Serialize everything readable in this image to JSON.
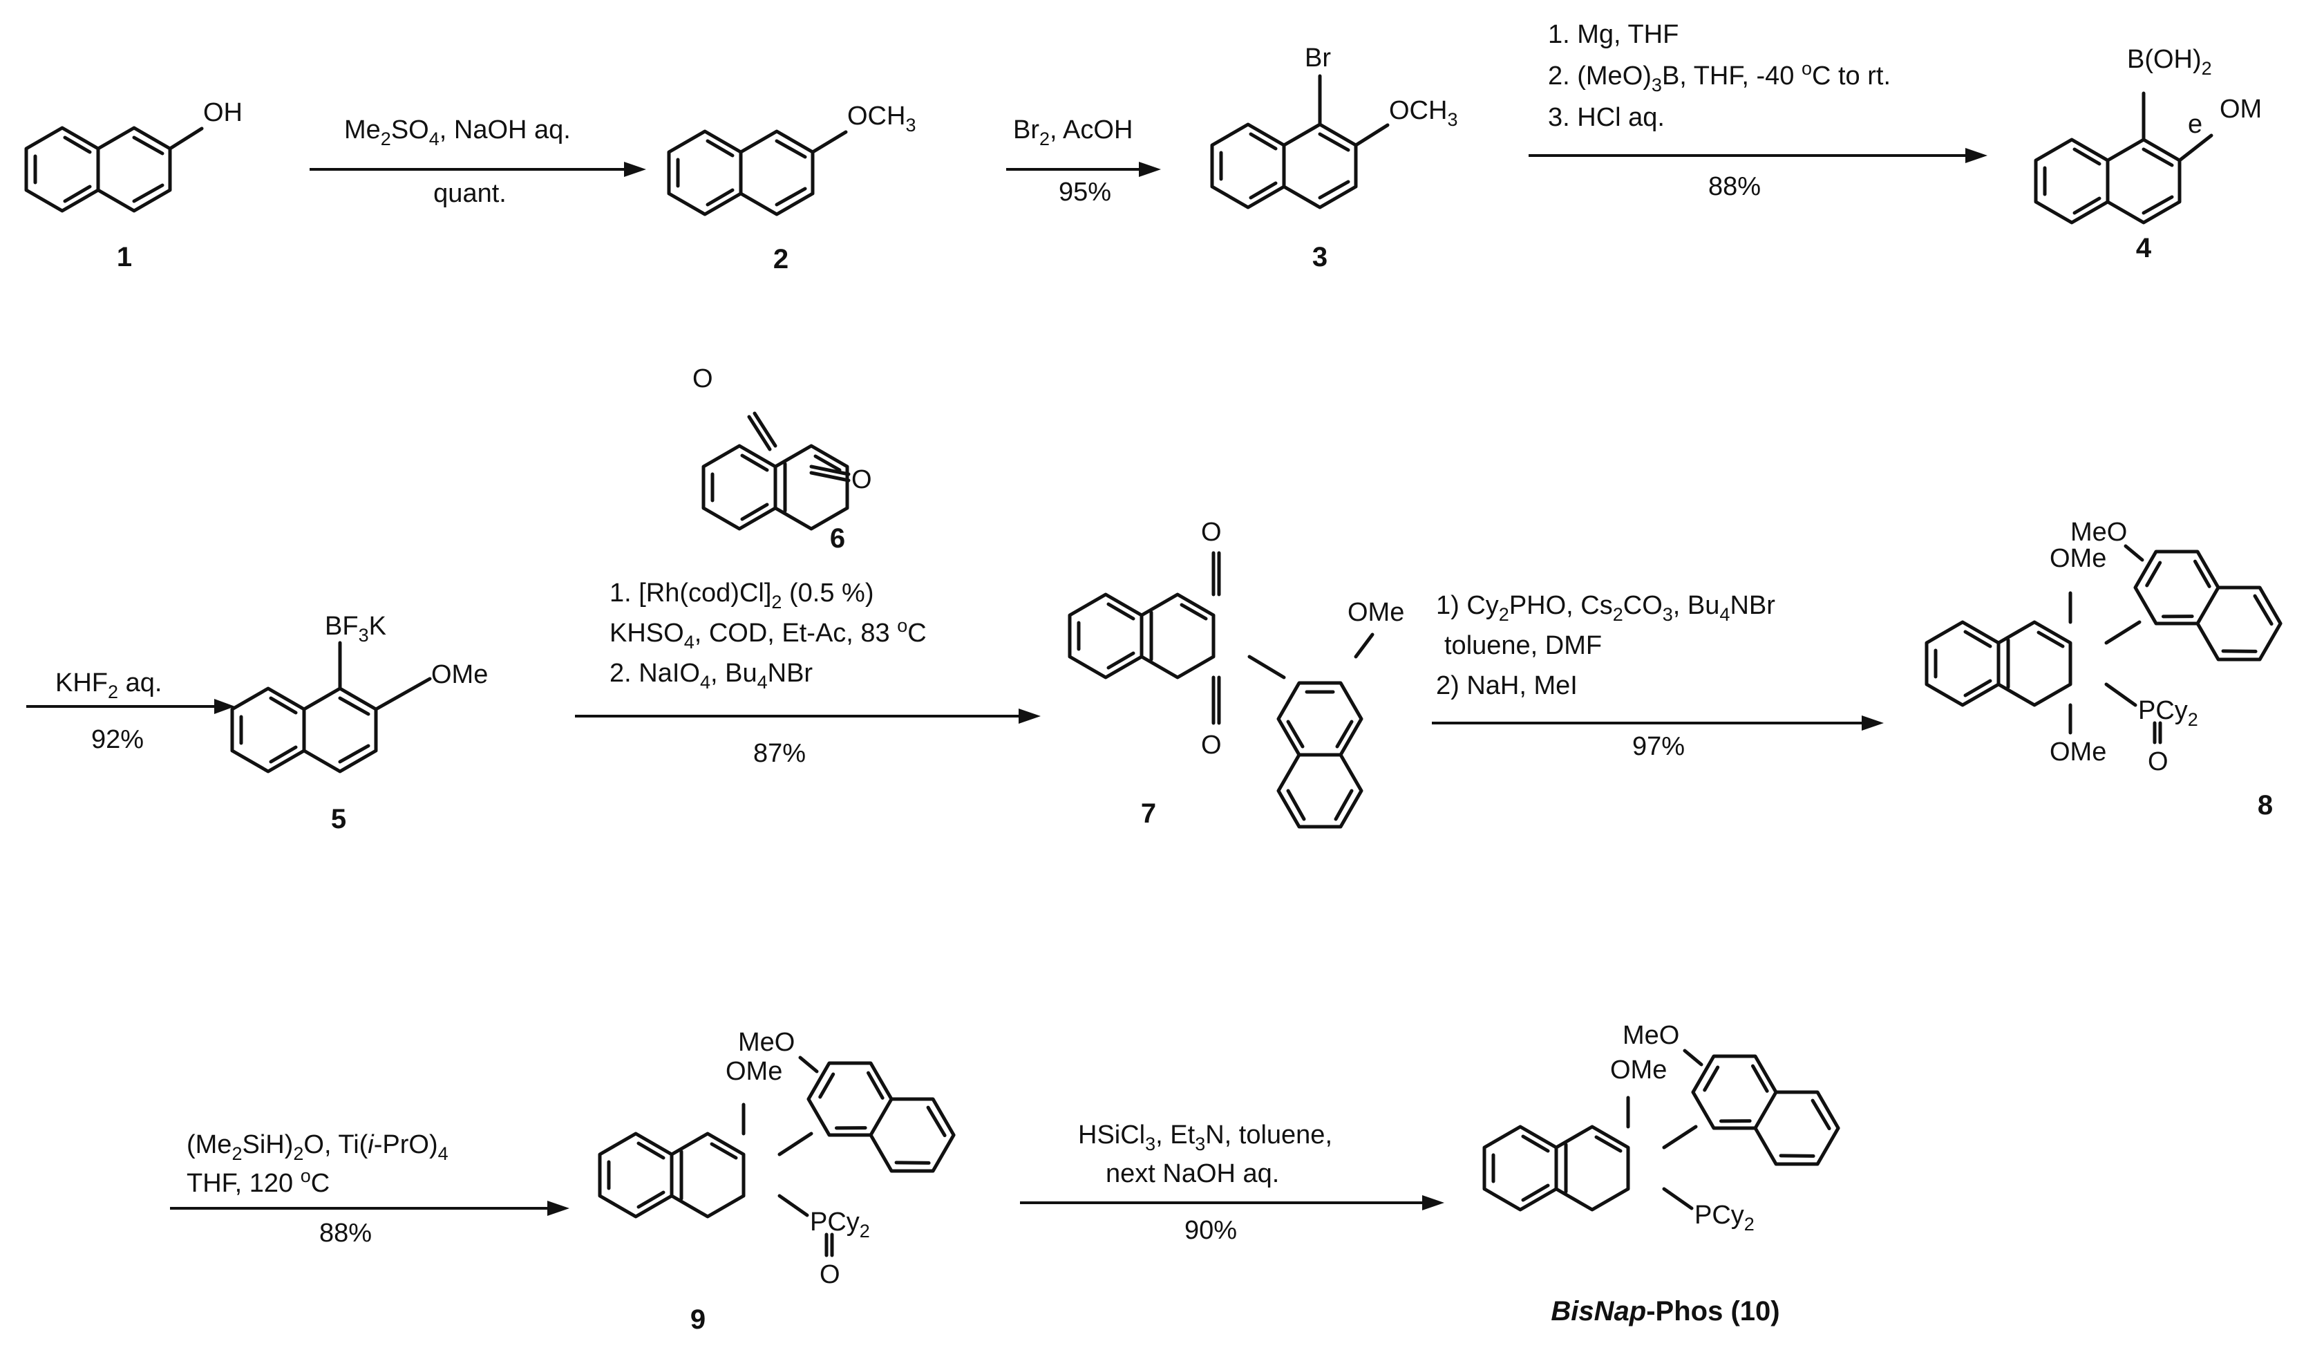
{
  "compounds": [
    {
      "id": "1",
      "label": "1"
    },
    {
      "id": "2",
      "label": "2"
    },
    {
      "id": "3",
      "label": "3"
    },
    {
      "id": "4",
      "label": "4"
    },
    {
      "id": "5",
      "label": "5"
    },
    {
      "id": "6",
      "label": "6"
    },
    {
      "id": "7",
      "label": "7"
    },
    {
      "id": "8",
      "label": "8"
    },
    {
      "id": "9",
      "label": "9"
    },
    {
      "id": "10",
      "label_italic": "BisNap",
      "label_rest": "-Phos (10)"
    }
  ],
  "atoms": {
    "oh": "OH",
    "och3": "OCH",
    "och3_sub": "3",
    "br": "Br",
    "boh2": "B(OH)",
    "boh2_sub": "2",
    "ome_broken_e": "e",
    "ome_broken_om": "OM",
    "bf3k_a": "BF",
    "bf3k_sub": "3",
    "bf3k_b": "K",
    "ome": "OMe",
    "meo": "MeO",
    "o": "O",
    "pcy2": "PCy",
    "pcy2_sub": "2"
  },
  "reactions": {
    "r1": {
      "above_a": "Me",
      "above_a_sub": "2",
      "above_b": "SO",
      "above_b_sub": "4",
      "above_c": ", NaOH aq.",
      "below": "quant."
    },
    "r2": {
      "above_a": "Br",
      "above_a_sub": "2",
      "above_b": ", AcOH",
      "below": "95%"
    },
    "r3": {
      "line1": "1. Mg, THF",
      "line2_a": "2. (MeO)",
      "line2_sub": "3",
      "line2_b": "B, THF, -40 ",
      "line2_deg": "o",
      "line2_c": "C to rt.",
      "line3": "3. HCl aq.",
      "below": "88%"
    },
    "r4": {
      "above_a": "KHF",
      "above_sub": "2",
      "above_b": " aq.",
      "below": "92%"
    },
    "r5": {
      "line1_a": "1. [Rh(cod)Cl]",
      "line1_sub": "2",
      "line1_b": " (0.5 %)",
      "line2_a": "KHSO",
      "line2_sub": "4",
      "line2_b": ", COD, Et-Ac, 83 ",
      "line2_deg": "o",
      "line2_c": "C",
      "line3_a": "2. NaIO",
      "line3_sub": "4",
      "line3_b": ", Bu",
      "line3_sub2": "4",
      "line3_c": "NBr",
      "below": "87%"
    },
    "r6": {
      "line1_a": "1) Cy",
      "line1_sub": "2",
      "line1_b": "PHO, Cs",
      "line1_sub2": "2",
      "line1_c": "CO",
      "line1_sub3": "3",
      "line1_d": ", Bu",
      "line1_sub4": "4",
      "line1_e": "NBr",
      "line2": "toluene, DMF",
      "line3": "2) NaH, MeI",
      "below": "97%"
    },
    "r7": {
      "line1_a": "(Me",
      "line1_sub": "2",
      "line1_b": "SiH)",
      "line1_sub2": "2",
      "line1_c": "O, Ti(",
      "line1_it": "i",
      "line1_d": "-PrO)",
      "line1_sub3": "4",
      "line2_a": "THF,  120 ",
      "line2_deg": "o",
      "line2_b": "C",
      "below": "88%"
    },
    "r8": {
      "line1_a": "HSiCl",
      "line1_sub": "3",
      "line1_b": ", Et",
      "line1_sub2": "3",
      "line1_c": "N, toluene,",
      "line2": "next NaOH aq.",
      "below": "90%"
    }
  }
}
